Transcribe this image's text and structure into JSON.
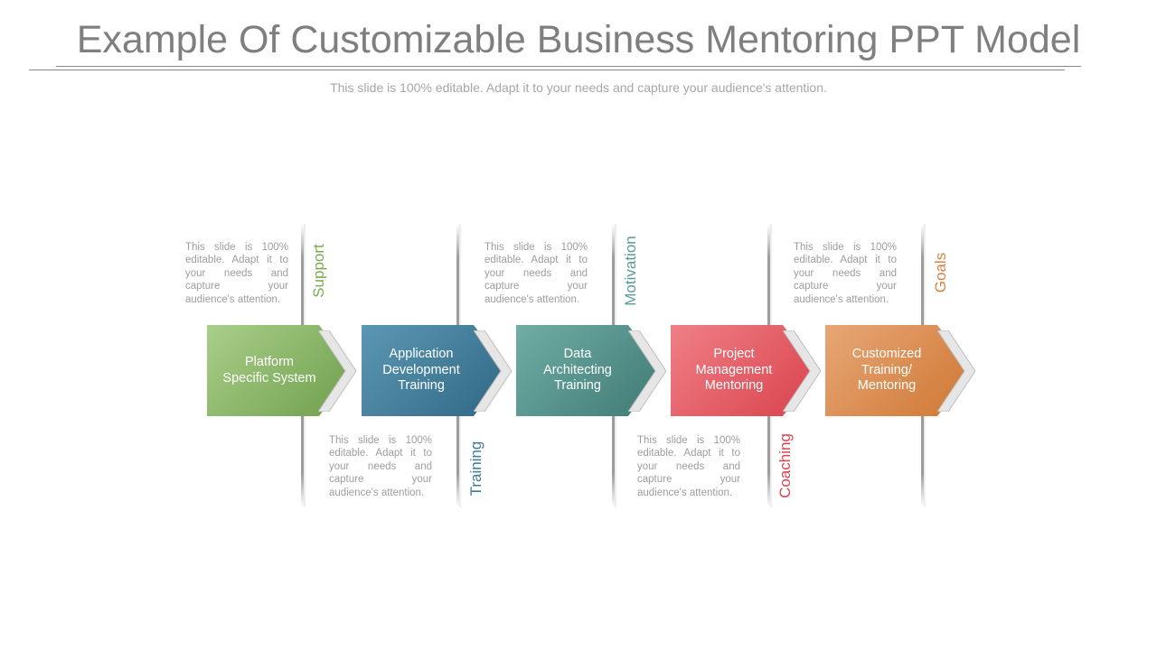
{
  "title": "Example Of Customizable Business Mentoring PPT Model",
  "subtitle": "This slide is 100% editable. Adapt it to your needs and capture your audience's attention.",
  "steps": [
    {
      "label": "Platform\nSpecific System",
      "color_light": "#a9cf8a",
      "color_dark": "#6e9e4a"
    },
    {
      "label": "Application\nDevelopment\nTraining",
      "color_light": "#5b97b4",
      "color_dark": "#2f6783"
    },
    {
      "label": "Data\nArchitecting\nTraining",
      "color_light": "#6fada5",
      "color_dark": "#3f7a73"
    },
    {
      "label": "Project\nManagement\nMentoring",
      "color_light": "#ef7f86",
      "color_dark": "#d9424c"
    },
    {
      "label": "Customized\nTraining/\nMentoring",
      "color_light": "#e7a776",
      "color_dark": "#cf7632"
    }
  ],
  "stage_labels": [
    {
      "text": "Support",
      "color": "#7aab4f"
    },
    {
      "text": "Training",
      "color": "#3e7a99"
    },
    {
      "text": "Motivation",
      "color": "#5c9b93"
    },
    {
      "text": "Coaching",
      "color": "#d9424c"
    },
    {
      "text": "Goals",
      "color": "#d48245"
    }
  ],
  "descriptions": [
    "This slide is 100% editable. Adapt it to your needs and capture your audience's attention.",
    "This slide is 100% editable. Adapt it to your needs and capture your audience's attention.",
    "This slide is 100% editable. Adapt it to your needs and capture your audience's attention.",
    "This slide is 100% editable. Adapt it to your needs and capture your audience's attention.",
    "This slide is 100% editable. Adapt it to your needs and capture your audience's attention."
  ]
}
